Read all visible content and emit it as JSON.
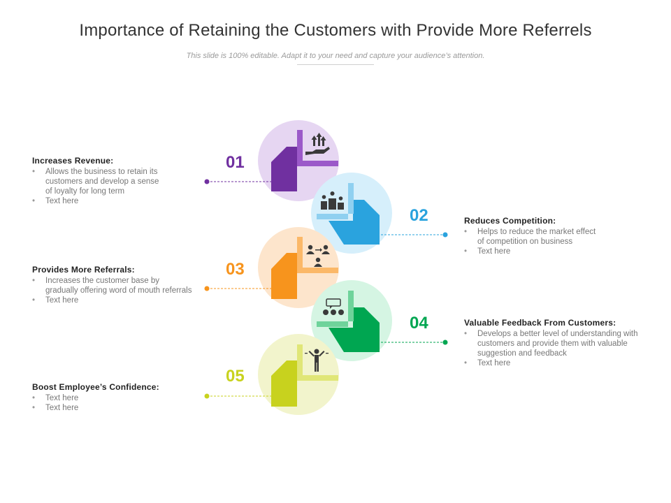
{
  "header": {
    "title": "Importance of Retaining the Customers with Provide More Referrels",
    "subtitle": "This slide is 100% editable. Adapt it to your need and capture your audience’s attention."
  },
  "steps": [
    {
      "number": "01",
      "title": "Increases Revenue:",
      "items": [
        "Allows the business to retain its",
        "customers and develop a sense",
        "of loyalty for long term",
        "Text here"
      ],
      "bullets": [
        0,
        3
      ],
      "color": "#7030a0",
      "light": "#e6d6f2",
      "icon": "money-hand-icon"
    },
    {
      "number": "02",
      "title": "Reduces Competition:",
      "items": [
        "Helps to reduce the market effect",
        "of competition on business",
        "Text here"
      ],
      "bullets": [
        0,
        2
      ],
      "color": "#2aa3de",
      "light": "#d6effb",
      "icon": "podium-icon"
    },
    {
      "number": "03",
      "title": "Provides More Referrals:",
      "items": [
        "Increases the customer base by",
        "gradually offering word of mouth referrals",
        "Text here"
      ],
      "bullets": [
        0,
        2
      ],
      "color": "#f7941d",
      "light": "#fde5cc",
      "icon": "referral-users-icon"
    },
    {
      "number": "04",
      "title": "Valuable Feedback From Customers:",
      "items": [
        "Develops a better level of understanding with",
        "customers and provide them with valuable",
        "suggestion and feedback",
        "Text here"
      ],
      "bullets": [
        0,
        3
      ],
      "color": "#00a651",
      "light": "#d5f5e3",
      "icon": "feedback-chat-icon"
    },
    {
      "number": "05",
      "title": "Boost Employee’s Confidence:",
      "items": [
        "Text here",
        "Text here"
      ],
      "bullets": [
        0,
        1
      ],
      "color": "#c8d21e",
      "light": "#f2f4cc",
      "icon": "confident-person-icon"
    }
  ]
}
